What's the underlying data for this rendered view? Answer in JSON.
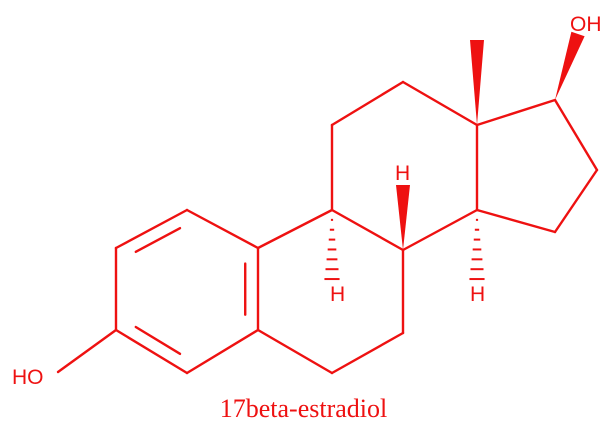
{
  "molecule": {
    "name": "17beta-estradiol",
    "color": "#ee1111",
    "labels": {
      "oh_top": "OH",
      "ho_left": "HO",
      "h_top": "H",
      "h_left": "H",
      "h_right": "H"
    }
  }
}
